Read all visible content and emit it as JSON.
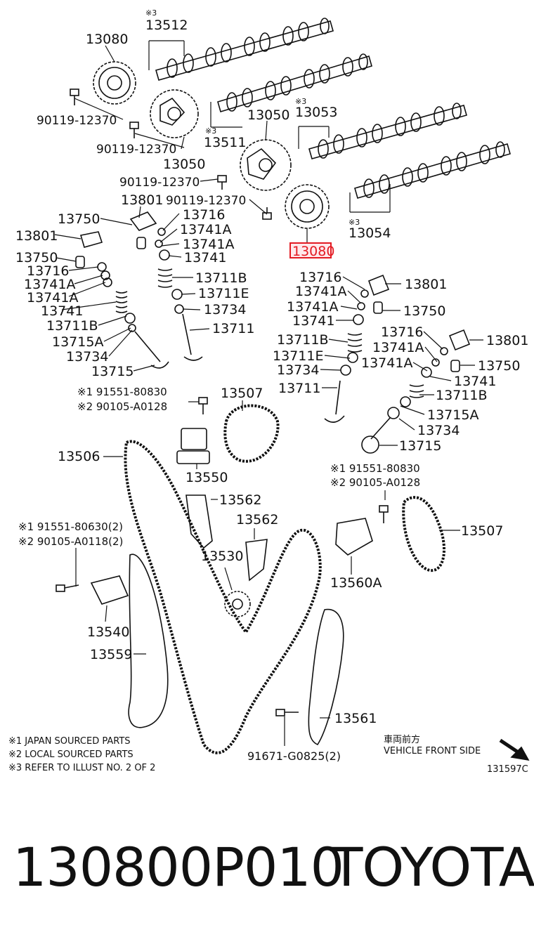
{
  "highlight_color": "#e31b23",
  "callouts": [
    {
      "text": "※3"
    },
    {
      "text": "13512"
    },
    {
      "text": "13080"
    },
    {
      "text": "90119-12370"
    },
    {
      "text": "90119-12370"
    },
    {
      "text": "13050"
    },
    {
      "text": "13050"
    },
    {
      "text": "※3"
    },
    {
      "text": "13511"
    },
    {
      "text": "※3"
    },
    {
      "text": "13053"
    },
    {
      "text": "90119-12370"
    },
    {
      "text": "90119-12370"
    },
    {
      "text": "13801"
    },
    {
      "text": "13750"
    },
    {
      "text": "13716"
    },
    {
      "text": "13741A"
    },
    {
      "text": "13741A"
    },
    {
      "text": "13741"
    },
    {
      "text": "13711B"
    },
    {
      "text": "13711E"
    },
    {
      "text": "13734"
    },
    {
      "text": "13711"
    },
    {
      "text": "13801"
    },
    {
      "text": "13750"
    },
    {
      "text": "13716"
    },
    {
      "text": "13741A"
    },
    {
      "text": "13741A"
    },
    {
      "text": "13741"
    },
    {
      "text": "13711B"
    },
    {
      "text": "13715A"
    },
    {
      "text": "13734"
    },
    {
      "text": "13715"
    },
    {
      "text": "※3"
    },
    {
      "text": "13054"
    },
    {
      "text": "13716"
    },
    {
      "text": "13741A"
    },
    {
      "text": "13741A"
    },
    {
      "text": "13741"
    },
    {
      "text": "13711B"
    },
    {
      "text": "13711E"
    },
    {
      "text": "13734"
    },
    {
      "text": "13711"
    },
    {
      "text": "13801"
    },
    {
      "text": "13750"
    },
    {
      "text": "13716"
    },
    {
      "text": "13741A"
    },
    {
      "text": "13741A"
    },
    {
      "text": "13750"
    },
    {
      "text": "13801"
    },
    {
      "text": "13741"
    },
    {
      "text": "13711B"
    },
    {
      "text": "13715A"
    },
    {
      "text": "13734"
    },
    {
      "text": "13715"
    },
    {
      "text": "※1 91551-80830"
    },
    {
      "text": "※2 90105-A0128"
    },
    {
      "text": "13507"
    },
    {
      "text": "13506"
    },
    {
      "text": "13550"
    },
    {
      "text": "13562"
    },
    {
      "text": "13562"
    },
    {
      "text": "13530"
    },
    {
      "text": "※1 91551-80630(2)"
    },
    {
      "text": "※2 90105-A0118(2)"
    },
    {
      "text": "13540"
    },
    {
      "text": "13559"
    },
    {
      "text": "※1 91551-80830"
    },
    {
      "text": "※2 90105-A0128"
    },
    {
      "text": "13507"
    },
    {
      "text": "13560A"
    },
    {
      "text": "13561"
    },
    {
      "text": "91671-G0825(2)"
    }
  ],
  "highlighted_callout": "13080",
  "notes": [
    "※1 JAPAN SOURCED PARTS",
    "※2 LOCAL SOURCED PARTS",
    "※3 REFER TO ILLUST NO. 2 OF 2"
  ],
  "front_label_jp": "車両前方",
  "front_label_en": "VEHICLE FRONT SIDE",
  "illustration_code": "131597C",
  "footer": {
    "part_number": "130800P010",
    "brand": "TOYOTA"
  }
}
